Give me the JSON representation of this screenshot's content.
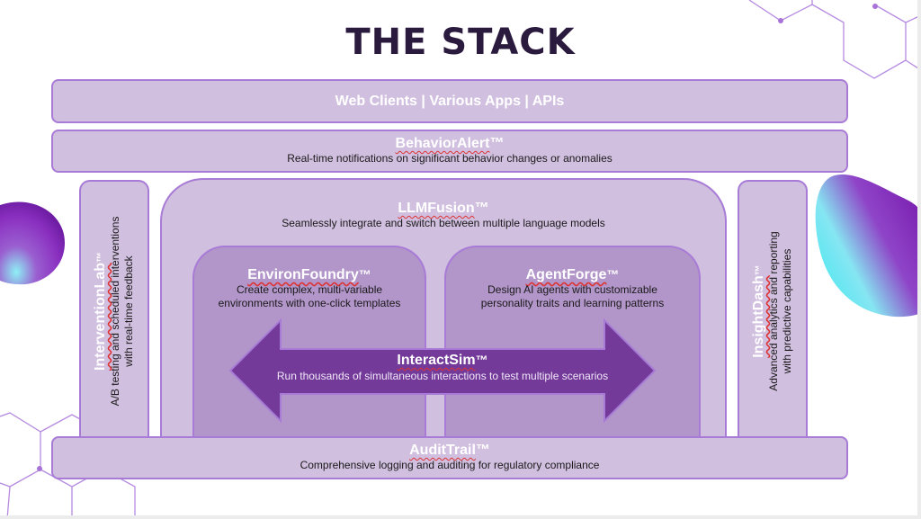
{
  "title": "THE STACK",
  "colors": {
    "title": "#2a1a3d",
    "box_fill": "#d1bfdf",
    "inner_fill": "#b295c9",
    "border": "#a77bd6",
    "arrow_fill": "#733a99"
  },
  "layers": {
    "clients": {
      "label": "Web Clients | Various Apps | APIs"
    },
    "behavior_alert": {
      "name": "BehaviorAlert",
      "tm": "™",
      "desc": "Real-time notifications on significant behavior changes or anomalies"
    },
    "llm_fusion": {
      "name": "LLMFusion",
      "tm": "™",
      "desc": "Seamlessly integrate and switch between multiple language models"
    },
    "environ_foundry": {
      "name": "EnvironFoundry",
      "tm": "™",
      "desc_line1": "Create complex, multi-variable",
      "desc_line2": "environments with one-click templates"
    },
    "agent_forge": {
      "name": "AgentForge",
      "tm": "™",
      "desc_line1": "Design AI agents with customizable",
      "desc_line2": "personality traits and learning patterns"
    },
    "interact_sim": {
      "name": "InteractSim",
      "tm": "™",
      "desc": "Run thousands of simultaneous interactions to test multiple scenarios"
    },
    "intervention_lab": {
      "name": "InterventionLab",
      "tm": "™",
      "desc_line1": "A/B testing and scheduled interventions",
      "desc_line2": "with real-time feedback"
    },
    "insight_dash": {
      "name": "InsightDash",
      "tm": "™",
      "desc_line1": "Advanced analytics and reporting",
      "desc_line2": "with predictive capabilities"
    },
    "audit_trail": {
      "name": "AuditTrail",
      "tm": "™",
      "desc": "Comprehensive logging and auditing for regulatory compliance"
    }
  },
  "decorations": [
    "hexagon-network-top-right",
    "hexagon-network-bottom-left",
    "sphere-left",
    "blob-right"
  ]
}
